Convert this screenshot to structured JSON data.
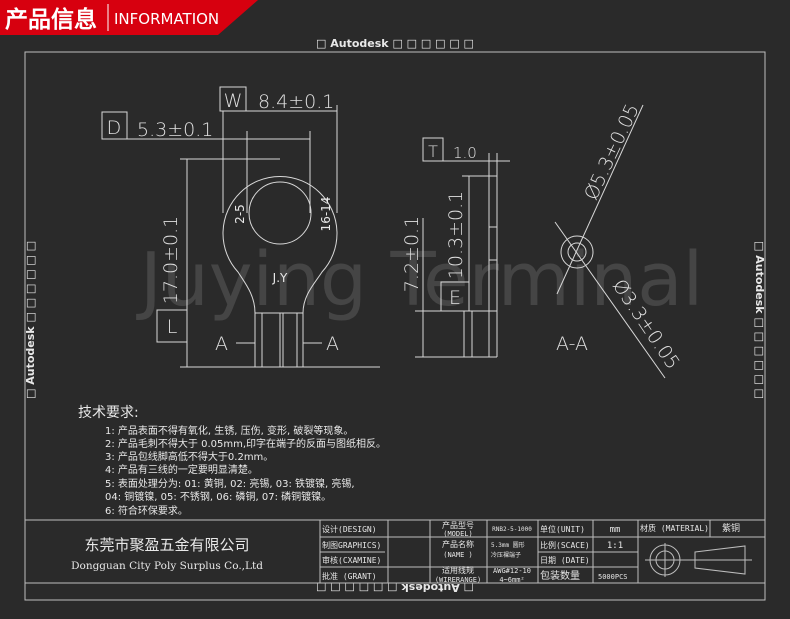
{
  "header": {
    "title_cn": "产品信息",
    "title_en": "INFORMATION",
    "accent": "#d7000f"
  },
  "frame_label": "□  Autodesk □ □ □ □ □ □",
  "watermark": "Juying Terminal",
  "front_view": {
    "w_label": "W",
    "w_value": "8.4±0.1",
    "d_label": "D",
    "d_value": "5.3±0.1",
    "l_label": "L",
    "l_value": "17.0±0.1",
    "left_mark": "2-5",
    "right_mark": "16-14",
    "brand_mark": "J.Y",
    "section_a_left": "A",
    "section_a_right": "A"
  },
  "side_view": {
    "t_label": "T",
    "t_value": "1.0",
    "e_label": "E",
    "e_value": "10.3±0.1",
    "h_value": "7.2±0.1"
  },
  "section_view": {
    "outer_dia": "Ø5.3±0.05",
    "inner_dia": "Ø3.3±0.05",
    "label": "A-A"
  },
  "requirements": {
    "title": "技术要求:",
    "items": [
      "1:  产品表面不得有氧化, 生锈, 压伤, 变形, 破裂等现象。",
      "2:  产品毛刺不得大于 0.05mm,印字在端子的反面与图纸相反。",
      "3:  产品包线脚高低不得大于0.2mm。",
      "4:  产品有三线的一定要明显清楚。",
      "5:  表面处理分为: 01: 黄铜, 02: 亮锡, 03: 铁镀镍, 亮锡,",
      "     04: 铜镀镍, 05: 不锈钢, 06: 磷铜, 07: 磷铜镀镍。",
      "6:  符合环保要求。"
    ]
  },
  "title_block": {
    "company_cn": "东莞市聚盈五金有限公司",
    "company_en": "Dongguan City Poly Surplus Co.,Ltd",
    "design": "设计(DESIGN)",
    "graphics": "制图GRAPHICS)",
    "examine": "审核(CXAMINE)",
    "grant": "批准 (GRANT)",
    "model_label": "产品型号",
    "model_label_en": "(MODEL)",
    "model_value": "RNB2-5-1000",
    "name_label": "产品名称",
    "name_label_en": "(NAME )",
    "name_value_1": "5.3mm 圆形",
    "name_value_2": "冷压裸端子",
    "wire_label": "适用线规",
    "wire_label_en": "(WIRERANGE)",
    "wire_value_1": "AWG#12-10",
    "wire_value_2": "4~6mm²",
    "unit_label": "单位(UNIT)",
    "unit_value": "mm",
    "scale_label": "比例(SCACE)",
    "scale_value": "1:1",
    "date_label": "日期 (DATE)",
    "pack_label": "包装数量",
    "pack_value": "5000PCS",
    "material_label": "材质 (MATERIAL)",
    "material_value": "紫铜"
  }
}
